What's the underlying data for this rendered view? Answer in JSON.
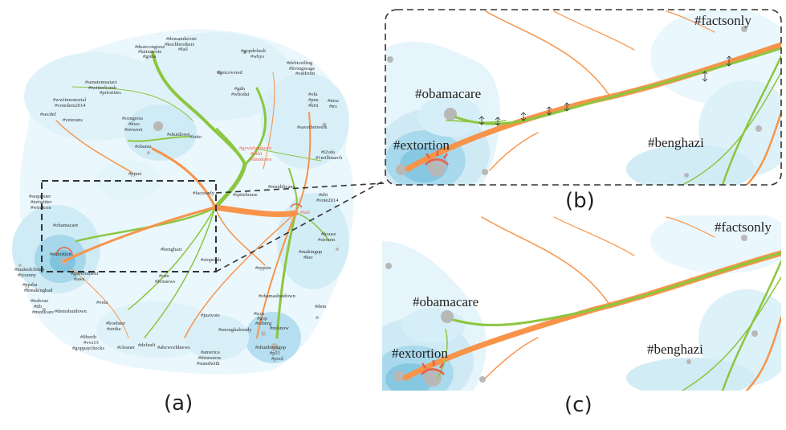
{
  "figure": {
    "panel_labels": [
      "(a)",
      "(b)",
      "(c)"
    ]
  },
  "panel_a": {
    "tags_black": [
      "#demandavote",
      "#kochbrothers",
      "#fail",
      "#dearcongress",
      "#latinovote",
      "#greta",
      "#gopdefault",
      "#whys",
      "#senatemustact",
      "#twitterbomb",
      "#getcovered",
      "#debtceiling",
      "#livingwage",
      "#outfront",
      "#wwiimemorial",
      "#votedem2014",
      "#priorities",
      "#gdn",
      "#whodat",
      "#ofa",
      "#msa",
      "#pna",
      "#irs",
      "#brtt",
      "#secdef",
      "#veterans",
      "#congress",
      "#kws",
      "#retweet",
      "#shutdown",
      "#shutdown",
      "#savethetwerk",
      "#obama",
      "#lotto",
      "#t2sda",
      "#1millmarch",
      "#pjnet",
      "#republicans",
      "#factsonly",
      "#spitehouse",
      "#sequester",
      "#netwitter",
      "#win4con",
      "#ebt",
      "#vote2014",
      "#obamacare",
      "#house",
      "#stroom",
      "#benghazi",
      "#stoprush",
      "#extortion",
      "#makedclisten",
      "#tyranny",
      "#government",
      "#aws",
      "#cnn",
      "#foxnews",
      "#makingup",
      "#her",
      "#eppsie",
      "#ppsba",
      "#breakingbad",
      "#veta",
      "#tedcruz",
      "#ttb",
      "#medicare",
      "#demshutdown",
      "#obamashutdown",
      "#dem",
      "#justvote",
      "#tcot",
      "#enoughalready",
      "#gop",
      "#mlsnow",
      "#roberg",
      "#boehner",
      "#strike",
      "#liberib",
      "#vvs13",
      "#goppaychecks",
      "#cleaner",
      "#default",
      "#abcworldnews",
      "#america",
      "#timesnow",
      "#standwith",
      "#shutdowngop",
      "#p21",
      "#pool",
      "#p2",
      "#lfd"
    ],
    "tags_red": [
      "#govtshutdown",
      "#debt",
      "#shutdown",
      "#fail"
    ]
  },
  "panel_b": {
    "tags": [
      "#factsonly",
      "#obamacare",
      "#benghazi",
      "#extortion"
    ]
  },
  "panel_c": {
    "tags": [
      "#factsonly",
      "#obamacare",
      "#extortion",
      "#benghazi"
    ]
  },
  "colors": {
    "green_stream": "#8cc63f",
    "orange_stream": "#f7944a",
    "red_accent": "#e8604c",
    "density_light": "#e6f5fb",
    "density_mid": "#c4e6f3",
    "density_dark": "#98d0e6",
    "node_gray": "#b8b8b8",
    "dashed_border": "#333333"
  }
}
